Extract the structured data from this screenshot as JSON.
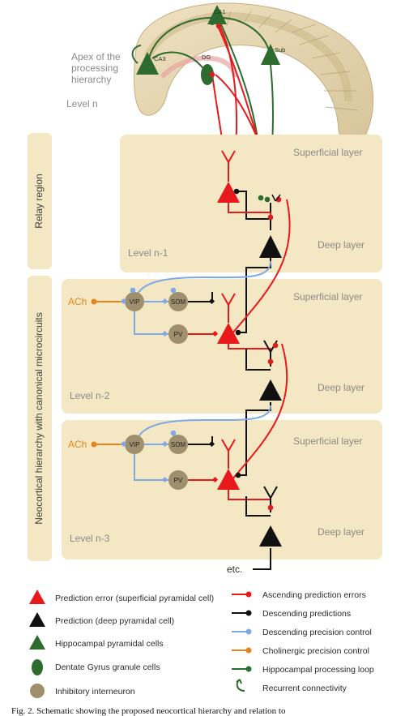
{
  "hippocampus": {
    "apex_label": "Apex of the\nprocessing\nhierarchy",
    "level": "Level n",
    "ca1": "CA1",
    "ca3": "CA3",
    "dg": "DG",
    "sub": "Sub"
  },
  "side_labels": {
    "relay": "Relay region",
    "neocortical": "Neocortical hierarchy with canonical microcircuits"
  },
  "levels": [
    {
      "name": "Level n-1",
      "superficial": "Superficial layer",
      "deep": "Deep layer"
    },
    {
      "name": "Level n-2",
      "superficial": "Superficial layer",
      "deep": "Deep layer"
    },
    {
      "name": "Level n-3",
      "superficial": "Superficial layer",
      "deep": "Deep layer"
    }
  ],
  "interneurons": {
    "vip": "VIP",
    "som": "SOM",
    "pv": "PV"
  },
  "ach": "ACh",
  "etc": "etc.",
  "legend_left": [
    {
      "icon": "red-triangle",
      "label": "Prediction error (superficial pyramidal cell)"
    },
    {
      "icon": "black-triangle",
      "label": "Prediction (deep pyramidal cell)"
    },
    {
      "icon": "green-triangle",
      "label": "Hippocampal pyramidal cells"
    },
    {
      "icon": "green-ellipse",
      "label": "Dentate Gyrus granule cells"
    },
    {
      "icon": "tan-circle",
      "label": "Inhibitory interneuron"
    }
  ],
  "legend_right": [
    {
      "icon": "red-line-dot",
      "label": "Ascending prediction errors"
    },
    {
      "icon": "black-line-dot",
      "label": "Descending predictions"
    },
    {
      "icon": "blue-line-dot",
      "label": "Descending precision control"
    },
    {
      "icon": "orange-line-dot",
      "label": "Cholinergic precision control"
    },
    {
      "icon": "green-line-dot",
      "label": "Hippocampal processing loop"
    },
    {
      "icon": "recurrent-arrow",
      "label": "Recurrent connectivity"
    }
  ],
  "caption": "Fig. 2. Schematic showing the proposed neocortical hierarchy and relation to",
  "colors": {
    "panel": "#f3e7c4",
    "red": "#e8191b",
    "black": "#111111",
    "blue": "#7fa9e6",
    "orange": "#e8821e",
    "green": "#2e6b2e",
    "tan": "#a08f6d"
  }
}
